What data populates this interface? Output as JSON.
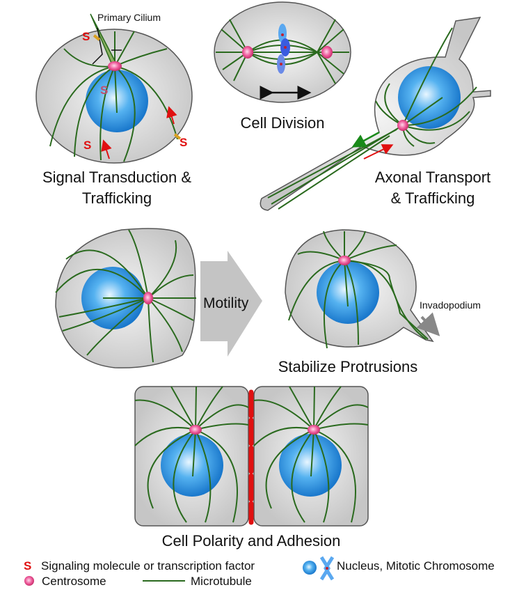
{
  "panels": {
    "signal": {
      "title_line1": "Signal Transduction &",
      "title_line2": "Trafficking",
      "cilium_label": "Primary Cilium",
      "s": "S"
    },
    "division": {
      "title": "Cell Division"
    },
    "axonal": {
      "title_line1": "Axonal Transport",
      "title_line2": "& Trafficking"
    },
    "motility": {
      "arrow_label": "Motility"
    },
    "protrusions": {
      "title": "Stabilize Protrusions",
      "invadopodium_label": "Invadopodium"
    },
    "polarity": {
      "title": "Cell Polarity and Adhesion"
    }
  },
  "legend": {
    "signaling": {
      "symbol": "S",
      "label": "Signaling molecule or transcription factor"
    },
    "nucleus": {
      "label": "Nucleus, Mitotic Chromosome"
    },
    "centrosome": {
      "label": "Centrosome"
    },
    "microtubule": {
      "label": "Microtubule"
    }
  },
  "colors": {
    "cell_fill": "#d4d4d4",
    "microtubule": "#2a6a1e",
    "nucleus": "#2a8fe0",
    "centrosome": "#e8508f",
    "signal": "#e01010",
    "junction": "#e01010"
  }
}
